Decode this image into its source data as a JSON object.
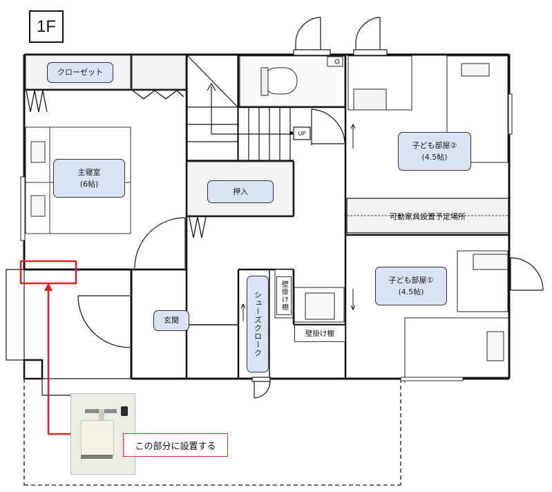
{
  "floor_label": "1F",
  "rooms": {
    "closet": "クローゼット",
    "master_bedroom_name": "主寝室",
    "master_bedroom_size": "(6帖)",
    "oshiire": "押入",
    "child_room_2_name": "子ども部屋②",
    "child_room_2_size": "(4.5帖)",
    "movable_furniture": "可動家具設置予定場所",
    "child_room_1_name": "子ども部屋①",
    "child_room_1_size": "(4.5帖)",
    "entrance": "玄関",
    "shoe_cloak": "シューズクローク",
    "wall_shelf_vertical": "壁掛け棚",
    "wall_shelf_horizontal": "壁掛け棚",
    "stairs_up": "UP"
  },
  "callout": {
    "text": "この部分に設置する",
    "accent_color": "#e02020"
  },
  "colors": {
    "room_label_fill": "#dae3f3",
    "wall": "#111111",
    "furniture_fill": "#f2f2f2"
  }
}
